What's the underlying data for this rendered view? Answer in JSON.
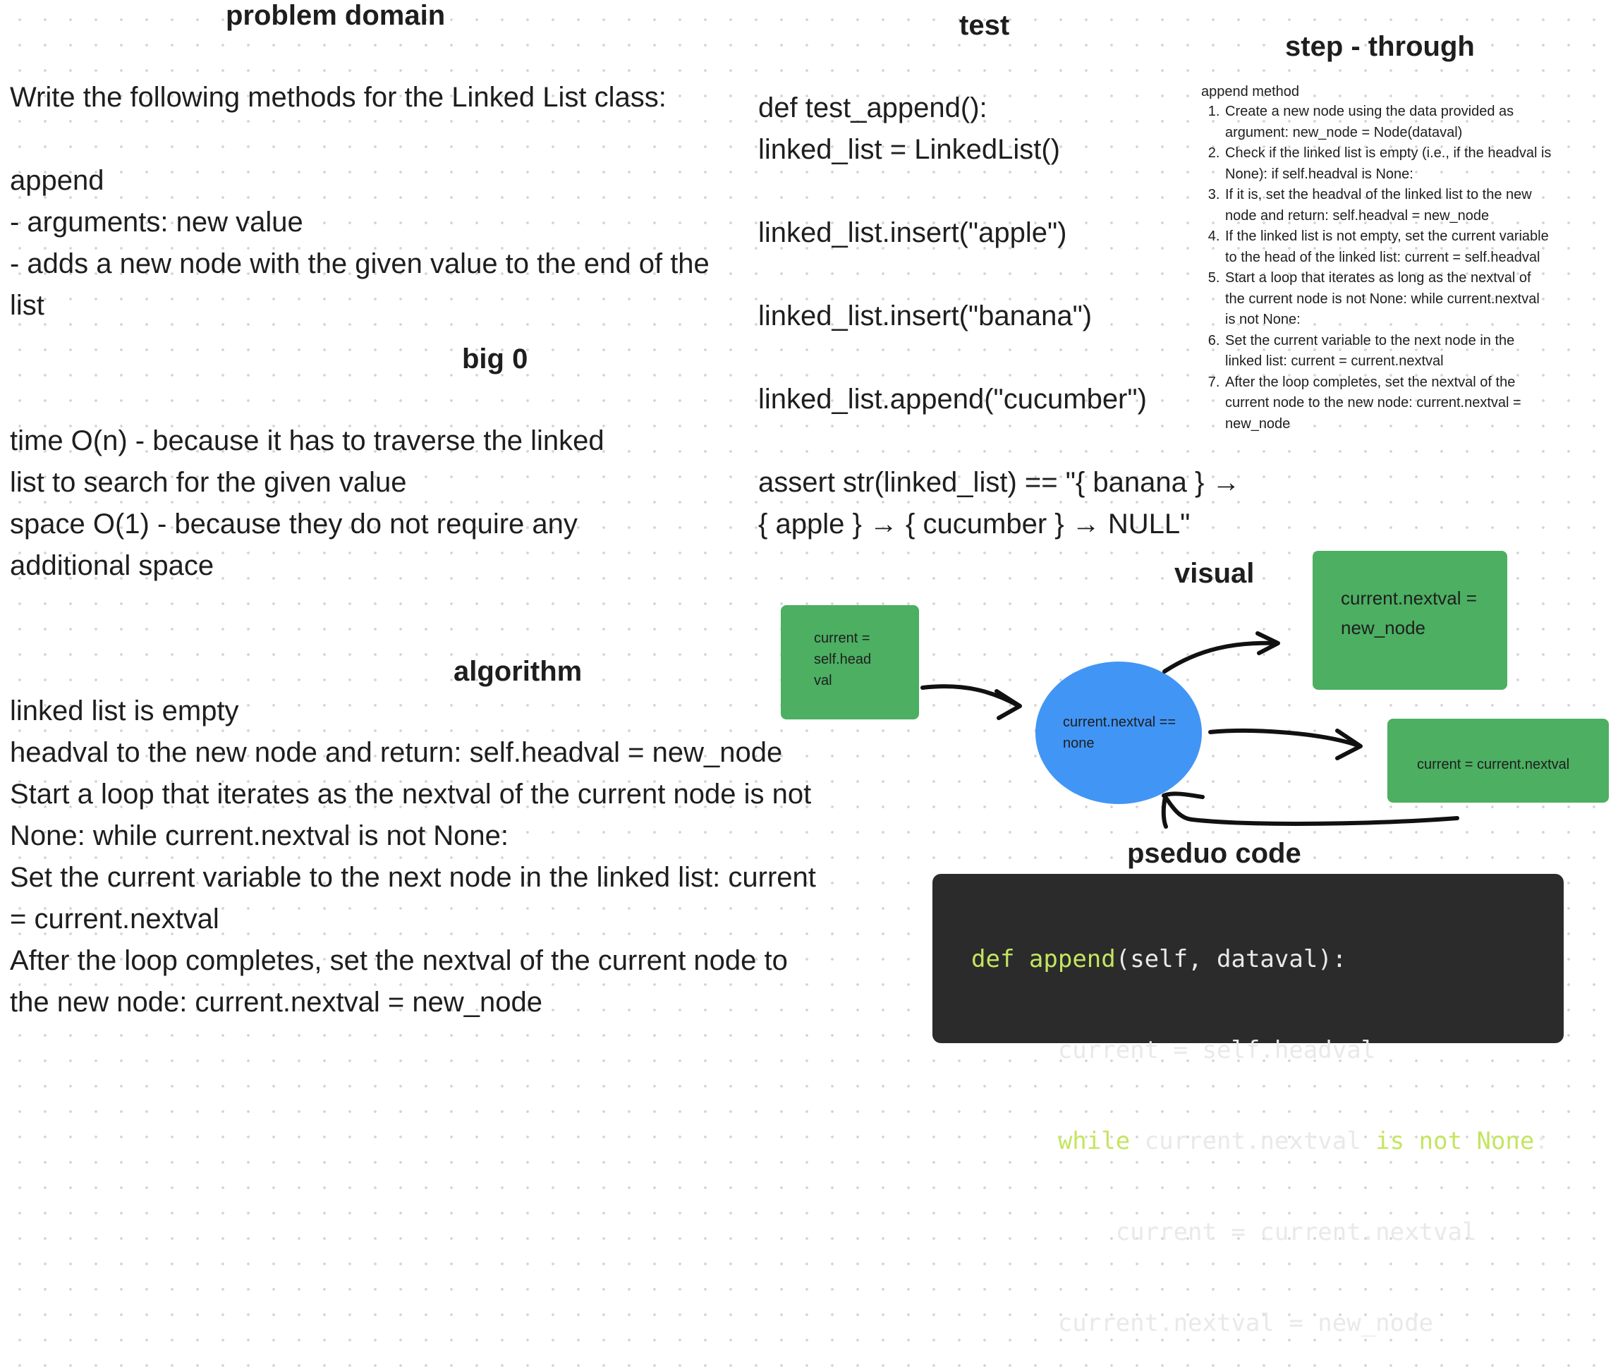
{
  "problem_domain": {
    "title": "problem domain",
    "lines": [
      "Write the following methods for the Linked List class:",
      "",
      "append",
      "- arguments: new value",
      "- adds a new node with the given value to the end of the",
      "list"
    ]
  },
  "big_o": {
    "title": "big 0",
    "lines": [
      "time O(n) -  because it has to traverse the linked",
      "list to search for the given value",
      "space O(1) - because they do not require any",
      "additional space"
    ]
  },
  "algorithm": {
    "title": "algorithm",
    "lines": [
      "linked list is empty",
      "headval to the new node and return: self.headval = new_node",
      "Start a loop that iterates as the nextval of the current node is not",
      "None: while current.nextval is not None:",
      "Set the current variable to the next node in the linked list: current",
      "= current.nextval",
      "After the loop completes, set the nextval of the current node to",
      "the new node: current.nextval = new_node"
    ]
  },
  "test": {
    "title": "test",
    "lines": [
      "def test_append():",
      "linked_list = LinkedList()",
      "",
      "linked_list.insert(\"apple\")",
      "",
      "linked_list.insert(\"banana\")",
      "",
      "linked_list.append(\"cucumber\")",
      "",
      "assert str(linked_list) == \"{ banana } →",
      "{ apple } → { cucumber } → NULL\""
    ]
  },
  "step_through": {
    "title": "step - through",
    "subtitle": "append method",
    "steps": [
      [
        "Create a new node using the data provided as",
        "argument: new_node = Node(dataval)"
      ],
      [
        "Check if the linked list is empty (i.e., if the headval is",
        "None): if self.headval is None:"
      ],
      [
        "If it is, set the headval of the linked list to the new",
        "node and return: self.headval = new_node"
      ],
      [
        "If the linked list is not empty, set the current variable",
        "to the head of the linked list: current = self.headval"
      ],
      [
        "Start a loop that iterates as long as the nextval of",
        "the current node is not None: while current.nextval",
        "is not None:"
      ],
      [
        "Set the current variable to the next node in the",
        "linked list: current = current.nextval"
      ],
      [
        "After the loop completes, set the nextval of the",
        "current node to the new node: current.nextval =",
        "new_node"
      ]
    ]
  },
  "visual": {
    "title": "visual",
    "start_box": [
      "current =",
      "self.head",
      "val"
    ],
    "circle": [
      "current.nextval ==",
      "none"
    ],
    "top_box": [
      "current.nextval =",
      "new_node"
    ],
    "right_box": [
      "current = current.nextval"
    ]
  },
  "pseudo_code": {
    "title": "pseduo code",
    "lines": [
      [
        "",
        "def",
        " ",
        "append",
        "(self, dataval):"
      ],
      [
        "",
        "",
        "      current = self.headval",
        "",
        ""
      ],
      [
        "      ",
        "while",
        " current.nextval ",
        "is not None",
        ":"
      ],
      [
        "",
        "",
        "          current = current.nextval",
        "",
        ""
      ],
      [
        "",
        "",
        "      current.nextval = new_node",
        "",
        ""
      ]
    ]
  },
  "colors": {
    "box_green": "#4caf62",
    "circle_blue": "#4195f5",
    "code_bg": "#2b2b2b",
    "code_keyword": "#c4e560"
  }
}
